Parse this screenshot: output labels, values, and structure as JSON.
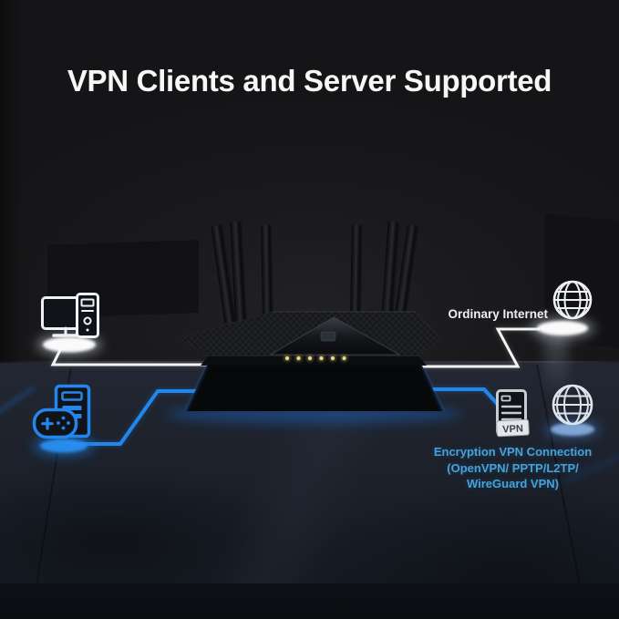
{
  "title": "VPN Clients and Server Supported",
  "right_top": {
    "label": "Ordinary Internet"
  },
  "vpn_server": {
    "tag": "VPN"
  },
  "caption": {
    "line1": "Encryption VPN Connection",
    "line2": "(OpenVPN/ PPTP/L2TP/",
    "line3": "WireGuard VPN)"
  },
  "icons": {
    "client": "desktop-computer-icon",
    "gaming_client": "gaming-pc-gamepad-icon",
    "internet": "globe-icon",
    "vpn_internet": "globe-icon",
    "vpn_server": "server-vpn-icon",
    "router": "router-device-image"
  },
  "colors": {
    "accent_blue": "#2287ec",
    "caption_blue": "#46a2d8",
    "white_line": "#f4f4f4",
    "led_yellow": "#e9db8e",
    "glow_soft_blue": "#8fb4e4",
    "background": "#17181a",
    "floor": "#1d232d"
  }
}
